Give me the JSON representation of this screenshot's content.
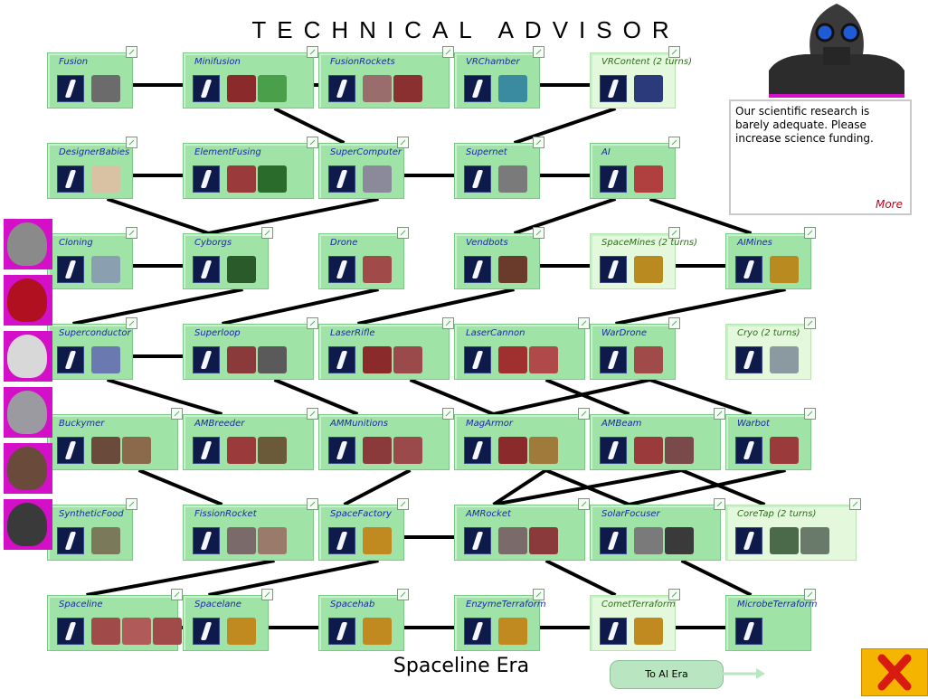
{
  "title": "TECHNICAL ADVISOR",
  "advisor": {
    "message": "Our scientific research is barely adequate. Please increase science funding.",
    "more_label": "More"
  },
  "era_label": "Spaceline Era",
  "next_era_button": "To AI Era",
  "close_icon": "red-x-icon",
  "colors": {
    "node_fill": "#9fe3a6",
    "pending_fill": "#e4f9dc",
    "label": "#1c2aa0",
    "side_frame": "#d40fc8",
    "close_bg": "#f4b400"
  },
  "advances": [
    {
      "id": "fusion",
      "label": "Fusion",
      "col": 0,
      "row": 0,
      "pics": [
        "#6b6b6b"
      ],
      "wide": false,
      "pending": false
    },
    {
      "id": "minifusion",
      "label": "Minifusion",
      "col": 1,
      "row": 0,
      "pics": [
        "#8a2a2a",
        "#4aa04a"
      ],
      "wide": true,
      "pending": false
    },
    {
      "id": "fusionrockets",
      "label": "FusionRockets",
      "col": 2,
      "row": 0,
      "pics": [
        "#9a6d6d",
        "#8a3030"
      ],
      "wide": true,
      "pending": false
    },
    {
      "id": "vrchamber",
      "label": "VRChamber",
      "col": 3,
      "row": 0,
      "pics": [
        "#3a8ba0"
      ],
      "wide": false,
      "pending": false
    },
    {
      "id": "vrcontent",
      "label": "VRContent (2 turns)",
      "col": 4,
      "row": 0,
      "pics": [
        "#2a3a7a"
      ],
      "wide": false,
      "pending": true
    },
    {
      "id": "designerbabies",
      "label": "DesignerBabies",
      "col": 0,
      "row": 1,
      "pics": [
        "#d9c2a4"
      ],
      "wide": false,
      "pending": false
    },
    {
      "id": "elementfusing",
      "label": "ElementFusing",
      "col": 1,
      "row": 1,
      "pics": [
        "#9a3a3a",
        "#2a6a2a"
      ],
      "wide": true,
      "pending": false
    },
    {
      "id": "supercomputer",
      "label": "SuperComputer",
      "col": 2,
      "row": 1,
      "pics": [
        "#8a8a9a"
      ],
      "wide": false,
      "pending": false
    },
    {
      "id": "supernet",
      "label": "Supernet",
      "col": 3,
      "row": 1,
      "pics": [
        "#7a7a7a"
      ],
      "wide": false,
      "pending": false
    },
    {
      "id": "ai",
      "label": "AI",
      "col": 4,
      "row": 1,
      "pics": [
        "#b04040"
      ],
      "wide": false,
      "pending": false
    },
    {
      "id": "cloning",
      "label": "Cloning",
      "col": 0,
      "row": 2,
      "pics": [
        "#8aa0b0"
      ],
      "wide": false,
      "pending": false
    },
    {
      "id": "cyborgs",
      "label": "Cyborgs",
      "col": 1,
      "row": 2,
      "pics": [
        "#2a5a2a"
      ],
      "wide": false,
      "pending": false
    },
    {
      "id": "drone",
      "label": "Drone",
      "col": 2,
      "row": 2,
      "pics": [
        "#a04a4a"
      ],
      "wide": false,
      "pending": false
    },
    {
      "id": "vendbots",
      "label": "Vendbots",
      "col": 3,
      "row": 2,
      "pics": [
        "#6a3a2a"
      ],
      "wide": false,
      "pending": false
    },
    {
      "id": "spacemines",
      "label": "SpaceMines (2 turns)",
      "col": 4,
      "row": 2,
      "pics": [
        "#b88a20"
      ],
      "wide": false,
      "pending": true
    },
    {
      "id": "aimines",
      "label": "AIMines",
      "col": 5,
      "row": 2,
      "pics": [
        "#b88a20"
      ],
      "wide": false,
      "pending": false
    },
    {
      "id": "superconductor",
      "label": "Superconductor",
      "col": 0,
      "row": 3,
      "pics": [
        "#6a7ab0"
      ],
      "wide": false,
      "pending": false
    },
    {
      "id": "superloop",
      "label": "Superloop",
      "col": 1,
      "row": 3,
      "pics": [
        "#8a3a3a",
        "#5a5a5a"
      ],
      "wide": true,
      "pending": false
    },
    {
      "id": "laserrifle",
      "label": "LaserRifle",
      "col": 2,
      "row": 3,
      "pics": [
        "#8a2a2a",
        "#9a4a4a"
      ],
      "wide": true,
      "pending": false
    },
    {
      "id": "lasercannon",
      "label": "LaserCannon",
      "col": 3,
      "row": 3,
      "pics": [
        "#a03030",
        "#b04a4a"
      ],
      "wide": true,
      "pending": false
    },
    {
      "id": "wardrone",
      "label": "WarDrone",
      "col": 4,
      "row": 3,
      "pics": [
        "#a04a4a"
      ],
      "wide": false,
      "pending": false
    },
    {
      "id": "cryo",
      "label": "Cryo (2 turns)",
      "col": 5,
      "row": 3,
      "pics": [
        "#8a9aa0"
      ],
      "wide": false,
      "pending": true
    },
    {
      "id": "buckymer",
      "label": "Buckymer",
      "col": 0,
      "row": 4,
      "pics": [
        "#6a4a3a",
        "#8a6a4a"
      ],
      "wide": true,
      "pending": false
    },
    {
      "id": "ambreeder",
      "label": "AMBreeder",
      "col": 1,
      "row": 4,
      "pics": [
        "#9a3a3a",
        "#6a5a3a"
      ],
      "wide": true,
      "pending": false
    },
    {
      "id": "ammunitions",
      "label": "AMMunitions",
      "col": 2,
      "row": 4,
      "pics": [
        "#8a3a3a",
        "#9a4a4a"
      ],
      "wide": true,
      "pending": false
    },
    {
      "id": "magarmor",
      "label": "MagArmor",
      "col": 3,
      "row": 4,
      "pics": [
        "#8a2a2a",
        "#a07a3a"
      ],
      "wide": true,
      "pending": false
    },
    {
      "id": "ambeam",
      "label": "AMBeam",
      "col": 4,
      "row": 4,
      "pics": [
        "#9a3a3a",
        "#7a4a4a"
      ],
      "wide": true,
      "pending": false
    },
    {
      "id": "warbot",
      "label": "Warbot",
      "col": 5,
      "row": 4,
      "pics": [
        "#9a3a3a"
      ],
      "wide": false,
      "pending": false
    },
    {
      "id": "syntheticfood",
      "label": "SyntheticFood",
      "col": 0,
      "row": 5,
      "pics": [
        "#7a7a5a"
      ],
      "wide": false,
      "pending": false
    },
    {
      "id": "fissionrocket",
      "label": "FissionRocket",
      "col": 1,
      "row": 5,
      "pics": [
        "#7a6a6a",
        "#9a7a6a"
      ],
      "wide": true,
      "pending": false
    },
    {
      "id": "spacefactory",
      "label": "SpaceFactory",
      "col": 2,
      "row": 5,
      "pics": [
        "#c08a20"
      ],
      "wide": false,
      "pending": false
    },
    {
      "id": "amrocket",
      "label": "AMRocket",
      "col": 3,
      "row": 5,
      "pics": [
        "#7a6a6a",
        "#8a3a3a"
      ],
      "wide": true,
      "pending": false
    },
    {
      "id": "solarfocuser",
      "label": "SolarFocuser",
      "col": 4,
      "row": 5,
      "pics": [
        "#7a7a7a",
        "#3a3a3a"
      ],
      "wide": true,
      "pending": false
    },
    {
      "id": "coretap",
      "label": "CoreTap (2 turns)",
      "col": 5,
      "row": 5,
      "pics": [
        "#4a6a4a",
        "#6a7a6a"
      ],
      "wide": true,
      "pending": true
    },
    {
      "id": "spaceline",
      "label": "Spaceline",
      "col": 0,
      "row": 6,
      "pics": [
        "#a04a4a",
        "#b05a5a",
        "#a04a4a"
      ],
      "wide": true,
      "pending": false
    },
    {
      "id": "spacelane",
      "label": "Spacelane",
      "col": 1,
      "row": 6,
      "pics": [
        "#c08a20"
      ],
      "wide": false,
      "pending": false
    },
    {
      "id": "spacehab",
      "label": "Spacehab",
      "col": 2,
      "row": 6,
      "pics": [
        "#c08a20"
      ],
      "wide": false,
      "pending": false
    },
    {
      "id": "enzymeterraform",
      "label": "EnzymeTerraform",
      "col": 3,
      "row": 6,
      "pics": [
        "#c08a20"
      ],
      "wide": false,
      "pending": false
    },
    {
      "id": "cometterraform",
      "label": "CometTerraform",
      "col": 4,
      "row": 6,
      "pics": [
        "#c08a20"
      ],
      "wide": false,
      "pending": true
    },
    {
      "id": "microbeterraform",
      "label": "MicrobeTerraform",
      "col": 5,
      "row": 6,
      "pics": [],
      "wide": false,
      "pending": false
    }
  ],
  "links": [
    [
      "fusion",
      "minifusion"
    ],
    [
      "minifusion",
      "fusionrockets"
    ],
    [
      "vrchamber",
      "vrcontent"
    ],
    [
      "minifusion",
      "supercomputer"
    ],
    [
      "supernet",
      "vrcontent"
    ],
    [
      "designerbabies",
      "elementfusing"
    ],
    [
      "designerbabies",
      "cyborgs"
    ],
    [
      "supercomputer",
      "supernet"
    ],
    [
      "supernet",
      "ai"
    ],
    [
      "supercomputer",
      "cyborgs"
    ],
    [
      "vendbots",
      "ai"
    ],
    [
      "ai",
      "aimines"
    ],
    [
      "cloning",
      "cyborgs"
    ],
    [
      "vendbots",
      "spacemines"
    ],
    [
      "spacemines",
      "aimines"
    ],
    [
      "cyborgs",
      "superconductor"
    ],
    [
      "drone",
      "superloop"
    ],
    [
      "vendbots",
      "laserrifle"
    ],
    [
      "aimines",
      "wardrone"
    ],
    [
      "superconductor",
      "superloop"
    ],
    [
      "superconductor",
      "ambreeder"
    ],
    [
      "superloop",
      "ammunitions"
    ],
    [
      "laserrifle",
      "magarmor"
    ],
    [
      "lasercannon",
      "ambeam"
    ],
    [
      "wardrone",
      "warbot"
    ],
    [
      "wardrone",
      "magarmor"
    ],
    [
      "buckymer",
      "fissionrocket"
    ],
    [
      "ammunitions",
      "spacefactory"
    ],
    [
      "magarmor",
      "amrocket"
    ],
    [
      "magarmor",
      "solarfocuser"
    ],
    [
      "ambeam",
      "amrocket"
    ],
    [
      "ambeam",
      "coretap"
    ],
    [
      "warbot",
      "solarfocuser"
    ],
    [
      "fissionrocket",
      "spaceline"
    ],
    [
      "spacefactory",
      "spacelane"
    ],
    [
      "spacefactory",
      "amrocket"
    ],
    [
      "amrocket",
      "cometterraform"
    ],
    [
      "solarfocuser",
      "microbeterraform"
    ],
    [
      "spaceline",
      "spacelane"
    ],
    [
      "spacelane",
      "spacehab"
    ],
    [
      "spacehab",
      "enzymeterraform"
    ],
    [
      "enzymeterraform",
      "cometterraform"
    ],
    [
      "cometterraform",
      "microbeterraform"
    ]
  ],
  "leaders": [
    {
      "name": "robot-leader",
      "color": "#8a8a8a"
    },
    {
      "name": "red-helmet-leader",
      "color": "#b01020"
    },
    {
      "name": "stormtrooper-leader",
      "color": "#d8d8d8"
    },
    {
      "name": "alien-brain-leader",
      "color": "#9a9aa0"
    },
    {
      "name": "human-leader",
      "color": "#6a4a3a"
    },
    {
      "name": "goggles-leader",
      "color": "#3a3a3a"
    }
  ]
}
